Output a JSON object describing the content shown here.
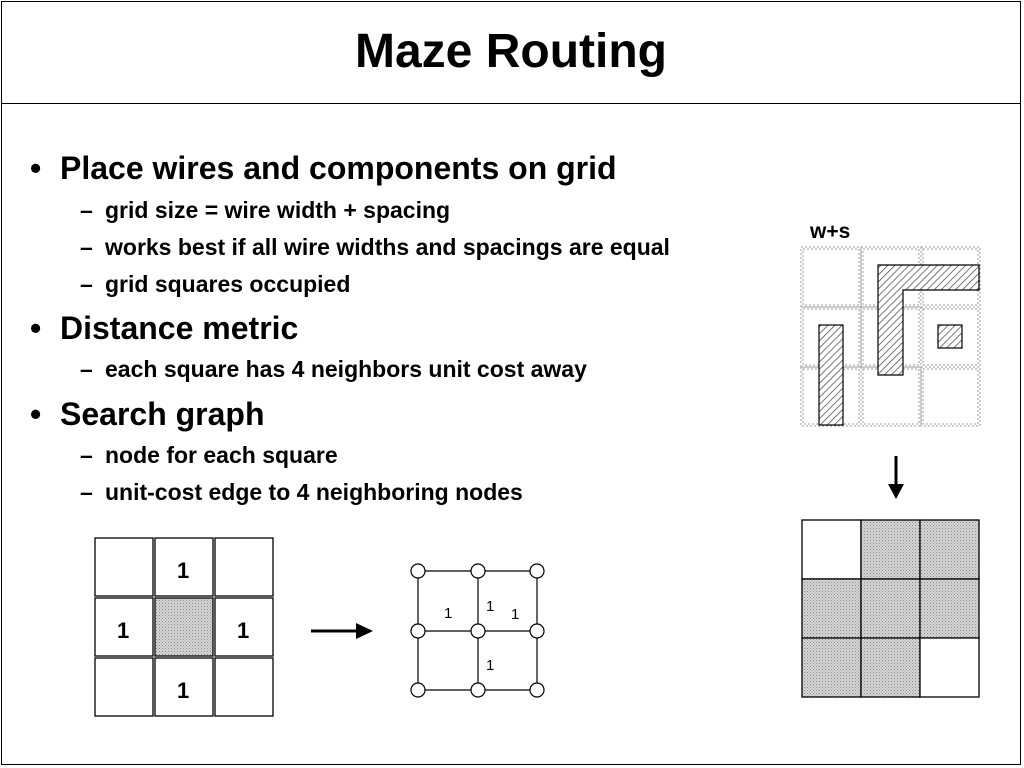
{
  "slide": {
    "title": "Maze Routing",
    "bullets": [
      {
        "text": "Place wires and components on grid",
        "sub": [
          "grid size = wire width + spacing",
          "works best if all wire widths and spacings are equal",
          "grid squares occupied"
        ]
      },
      {
        "text": "Distance metric",
        "sub": [
          "each square has 4 neighbors unit cost away"
        ]
      },
      {
        "text": "Search graph",
        "sub": [
          "node for each square",
          "unit-cost edge to 4 neighboring nodes"
        ]
      }
    ],
    "bullet_glyph": "•",
    "dash_glyph": "–"
  },
  "diagram": {
    "grid_label": "w+s",
    "neighbor_cost": "1",
    "edge_cost": "1",
    "occupied_grid": [
      [
        false,
        true,
        true
      ],
      [
        true,
        true,
        true
      ],
      [
        true,
        true,
        false
      ]
    ],
    "colors": {
      "line": "#000000",
      "dashed_line": "#888888",
      "fill_shade": "#d4d4d4"
    }
  }
}
